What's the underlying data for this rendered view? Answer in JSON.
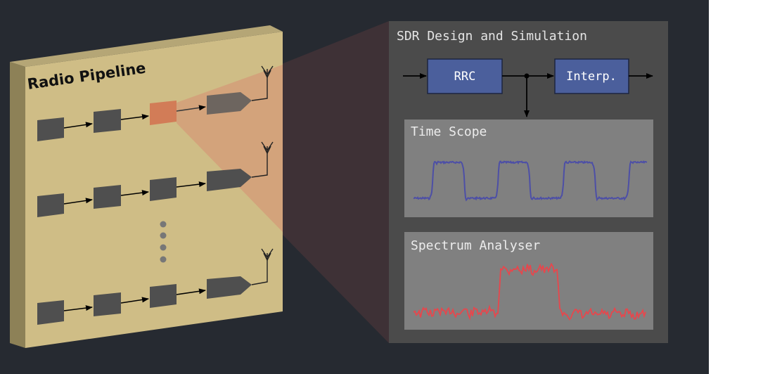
{
  "pipeline": {
    "title": "Radio Pipeline"
  },
  "sdr_panel": {
    "title": "SDR Design and Simulation",
    "blocks": {
      "rrc": "RRC",
      "interp": "Interp."
    }
  },
  "scopes": {
    "time_scope_title": "Time Scope",
    "spectrum_title": "Spectrum Analyser"
  },
  "colors": {
    "background": "#262a31",
    "board_face": "#cfbd86",
    "panel": "#4b4b4b",
    "block_fill": "#4b5f9c",
    "highlight_block": "#d27c57",
    "time_trace": "#4d4fa6",
    "spectrum_trace": "#e8464c"
  },
  "icons": [
    "antenna-icon",
    "arrow-icon",
    "ellipsis-dots-icon"
  ]
}
